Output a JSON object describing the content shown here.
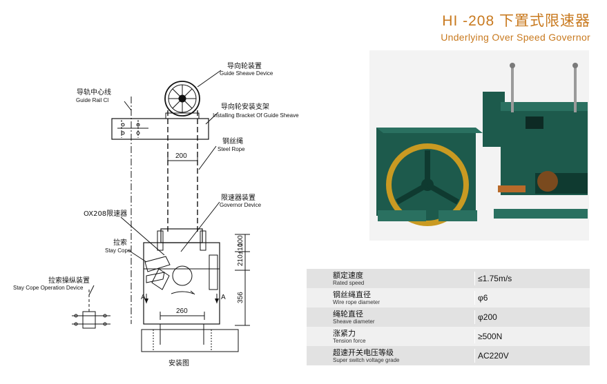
{
  "header": {
    "title_cn": "HI -208 下置式限速器",
    "title_en": "Underlying Over Speed Governor"
  },
  "drawing": {
    "labels": {
      "guide_sheave_cn": "导向轮装置",
      "guide_sheave_en": "Guide Sheave Device",
      "guide_rail_cn": "导轨中心线",
      "guide_rail_en": "Guide Rail Cl",
      "bracket_cn": "导向轮安装支架",
      "bracket_en": "Installing Bracket Of Guide Sheave",
      "steel_rope_cn": "钢丝绳",
      "steel_rope_en": "Steel Rope",
      "governor_cn": "限速器装置",
      "governor_en": "Governor Device",
      "ox208": "OX208限速器",
      "stay_cope_cn": "拉索",
      "stay_cope_en": "Stay Cope",
      "stay_cope_op_cn": "拉索操纵装置",
      "stay_cope_op_en": "Stay Cope Operation Device",
      "install_cn": "安装图",
      "section_a": "A"
    },
    "dimensions": {
      "width_top": "200",
      "width_bottom": "260",
      "d100": "100",
      "d210": "210±10",
      "d356": "356"
    }
  },
  "photo": {
    "alt": "governor-photo"
  },
  "specs": [
    {
      "cn": "额定速度",
      "en": "Rated speed",
      "value": "≤1.75m/s"
    },
    {
      "cn": "钢丝绳直径",
      "en": "Wire rope diameter",
      "value": "φ6"
    },
    {
      "cn": "绳轮直径",
      "en": "Sheave diameter",
      "value": "φ200"
    },
    {
      "cn": "涨紧力",
      "en": "Tension force",
      "value": "≥500N"
    },
    {
      "cn": "超速开关电压等级",
      "en": "Super switch voltage grade",
      "value": "AC220V"
    }
  ],
  "colors": {
    "accent": "#c8791e",
    "machine_green": "#1d5a4c",
    "sheave_yellow": "#c99a22"
  }
}
